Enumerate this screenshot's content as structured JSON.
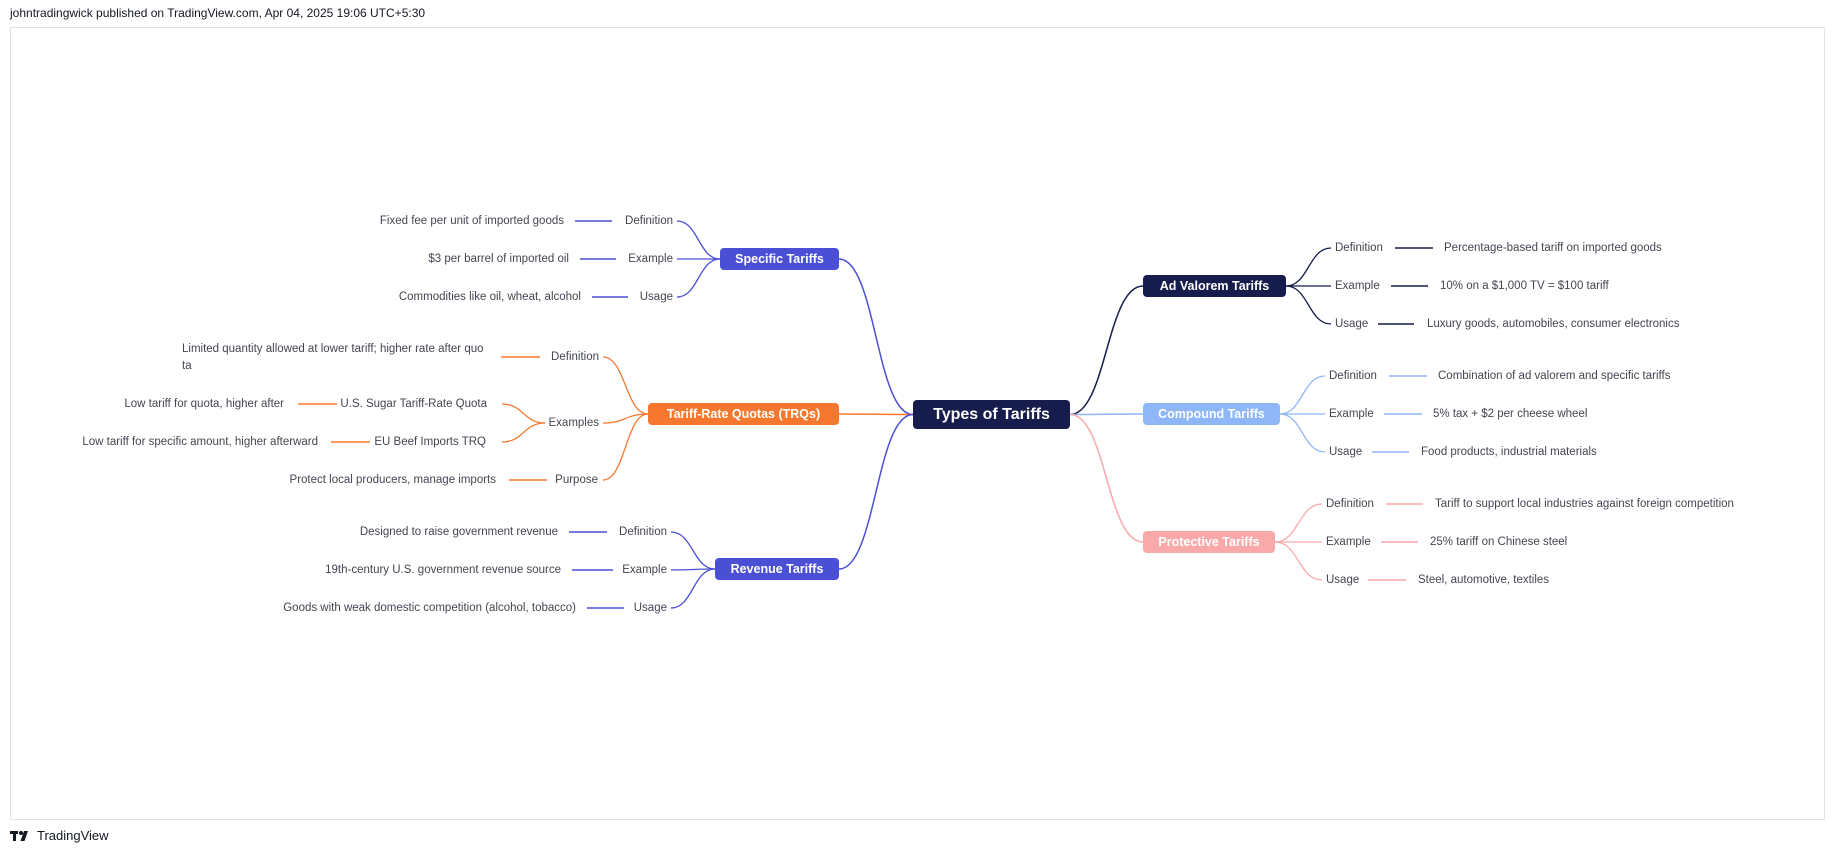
{
  "header": {
    "text": "johntradingwick published on TradingView.com, Apr 04, 2025 19:06 UTC+5:30"
  },
  "footer": {
    "brand": "TradingView"
  },
  "icons": {
    "brand_logo": "tradingview-logo-icon"
  },
  "colors": {
    "root": "#161c4c",
    "specific": "#4b4fd6",
    "trq": "#f6782f",
    "revenue": "#4b4fd6",
    "advalorem": "#161c4c",
    "compound": "#8fb6f7",
    "protective": "#f9a9a9",
    "text": "#434651"
  },
  "mindmap": {
    "root": "Types of Tariffs",
    "branches": [
      {
        "key": "specific",
        "label": "Specific Tariffs",
        "items": [
          {
            "label": "Definition",
            "value": "Fixed fee per unit of imported goods"
          },
          {
            "label": "Example",
            "value": "$3 per barrel of imported oil"
          },
          {
            "label": "Usage",
            "value": "Commodities like oil, wheat, alcohol"
          }
        ]
      },
      {
        "key": "trq",
        "label": "Tariff-Rate Quotas (TRQs)",
        "definition_label": "Definition",
        "definition_lines": [
          "Limited quantity allowed at lower tariff; higher rate after quo",
          "ta"
        ],
        "examples_label": "Examples",
        "examples": [
          {
            "label": "U.S. Sugar Tariff-Rate Quota",
            "value": "Low tariff for quota, higher after"
          },
          {
            "label": "EU Beef Imports TRQ",
            "value": "Low tariff for specific amount, higher afterward"
          }
        ],
        "purpose_label": "Purpose",
        "purpose_value": "Protect local producers, manage imports"
      },
      {
        "key": "revenue",
        "label": "Revenue Tariffs",
        "items": [
          {
            "label": "Definition",
            "value": "Designed to raise government revenue"
          },
          {
            "label": "Example",
            "value": "19th-century U.S. government revenue source"
          },
          {
            "label": "Usage",
            "value": "Goods with weak domestic competition (alcohol, tobacco)"
          }
        ]
      },
      {
        "key": "advalorem",
        "label": "Ad Valorem Tariffs",
        "items": [
          {
            "label": "Definition",
            "value": "Percentage-based tariff on imported goods"
          },
          {
            "label": "Example",
            "value": "10% on a $1,000 TV = $100 tariff"
          },
          {
            "label": "Usage",
            "value": "Luxury goods, automobiles, consumer electronics"
          }
        ]
      },
      {
        "key": "compound",
        "label": "Compound Tariffs",
        "items": [
          {
            "label": "Definition",
            "value": "Combination of ad valorem and specific tariffs"
          },
          {
            "label": "Example",
            "value": "5% tax + $2 per cheese wheel"
          },
          {
            "label": "Usage",
            "value": "Food products, industrial materials"
          }
        ]
      },
      {
        "key": "protective",
        "label": "Protective Tariffs",
        "items": [
          {
            "label": "Definition",
            "value": "Tariff to support local industries against foreign competition"
          },
          {
            "label": "Example",
            "value": "25% tariff on Chinese steel"
          },
          {
            "label": "Usage",
            "value": "Steel, automotive, textiles"
          }
        ]
      }
    ]
  }
}
